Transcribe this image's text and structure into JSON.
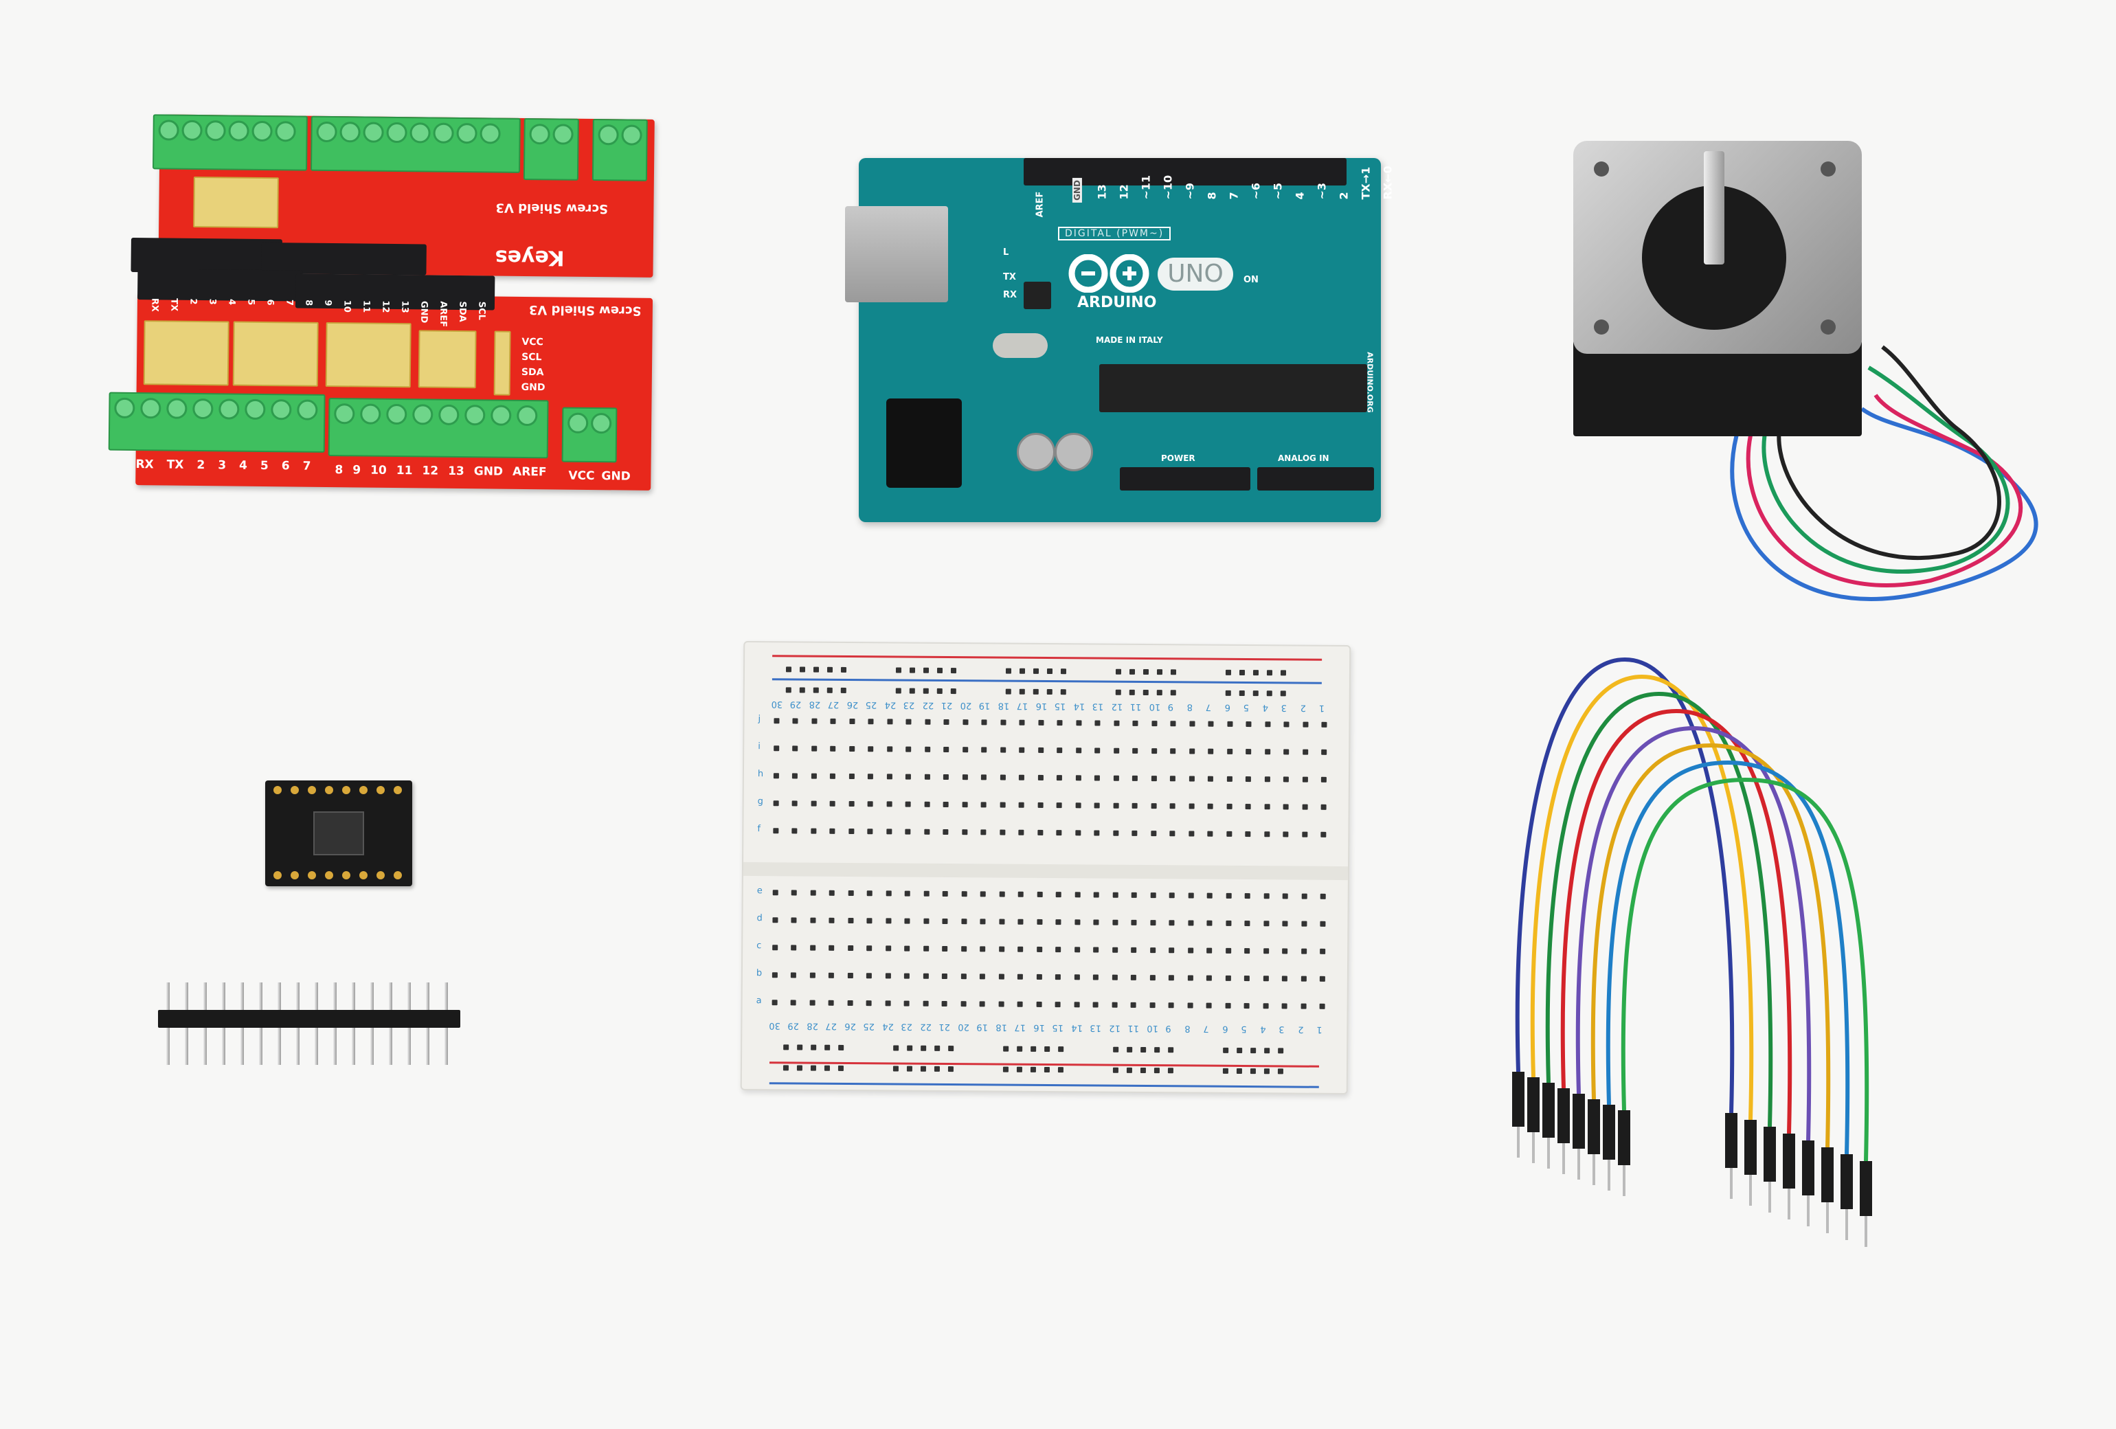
{
  "screw_shield": {
    "brand": "Keyes",
    "model": "Screw Shield V3",
    "bottom_labels_left": [
      "RX",
      "TX",
      "2",
      "3",
      "4",
      "5",
      "6",
      "7"
    ],
    "bottom_labels_right": [
      "8",
      "9",
      "10",
      "11",
      "12",
      "13",
      "GND",
      "AREF"
    ],
    "power_labels": [
      "VCC",
      "GND"
    ],
    "i2c_labels": [
      "VCC",
      "SCL",
      "SDA",
      "GND"
    ],
    "top_pin_labels": [
      "RX",
      "TX",
      "2",
      "3",
      "4",
      "5",
      "6",
      "7",
      "8",
      "9",
      "10",
      "11",
      "12",
      "13",
      "GND",
      "AREF",
      "SDA",
      "SCL"
    ]
  },
  "arduino": {
    "brand": "ARDUINO",
    "model": "UNO",
    "made_in": "MADE IN ITALY",
    "digital_label": "DIGITAL (PWM~)",
    "power_label": "POWER",
    "analog_label": "ANALOG IN",
    "led_labels": [
      "L",
      "TX",
      "RX",
      "ON"
    ],
    "aref_label": "AREF",
    "gnd_label": "GND",
    "digital_pins": [
      "13",
      "12",
      "~11",
      "~10",
      "~9",
      "8",
      "7",
      "~6",
      "~5",
      "4",
      "~3",
      "2",
      "TX→1",
      "RX←0"
    ],
    "site": "ARDUINO.ORG"
  },
  "breadboard": {
    "columns": [
      "1",
      "2",
      "3",
      "4",
      "5",
      "6",
      "7",
      "8",
      "9",
      "10",
      "11",
      "12",
      "13",
      "14",
      "15",
      "16",
      "17",
      "18",
      "19",
      "20",
      "21",
      "22",
      "23",
      "24",
      "25",
      "26",
      "27",
      "28",
      "29",
      "30"
    ],
    "rows_top": [
      "j",
      "i",
      "h",
      "g",
      "f"
    ],
    "rows_bottom": [
      "e",
      "d",
      "c",
      "b",
      "a"
    ],
    "rail_colors": [
      "#d6333c",
      "#3a6fc4"
    ]
  },
  "jumper_wire_colors": [
    "#2e3d9e",
    "#f2b81e",
    "#1e8c3f",
    "#d4232a",
    "#6a4fb4",
    "#e0a614",
    "#1f7fc7",
    "#2bab4b"
  ],
  "motor_wire_colors": [
    "#2f6fd0",
    "#d9245f",
    "#1b9a5a",
    "#222222"
  ]
}
